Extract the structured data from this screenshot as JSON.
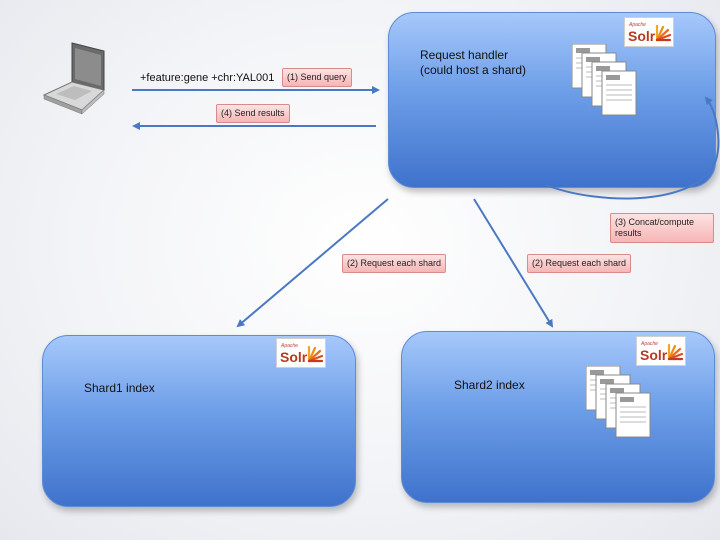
{
  "query_text": "+feature:gene +chr:YAL001",
  "tags": {
    "send_query": "(1) Send query",
    "send_results": "(4) Send results",
    "concat_compute": "(3) Concat/compute results",
    "request_shard_left": "(2) Request each shard",
    "request_shard_right": "(2) Request each shard"
  },
  "request_handler": {
    "line1": "Request handler",
    "line2": "(could host a shard)"
  },
  "shard1": {
    "label": "Shard1 index"
  },
  "shard2": {
    "label": "Shard2 index"
  },
  "solr_logo": {
    "apache": "Apache",
    "word": "Solr"
  },
  "colors": {
    "box_top": "#a6c8fb",
    "box_bottom": "#3f72cc",
    "arrow": "#4a78c4",
    "tag_fill": "#f6b5b5"
  }
}
